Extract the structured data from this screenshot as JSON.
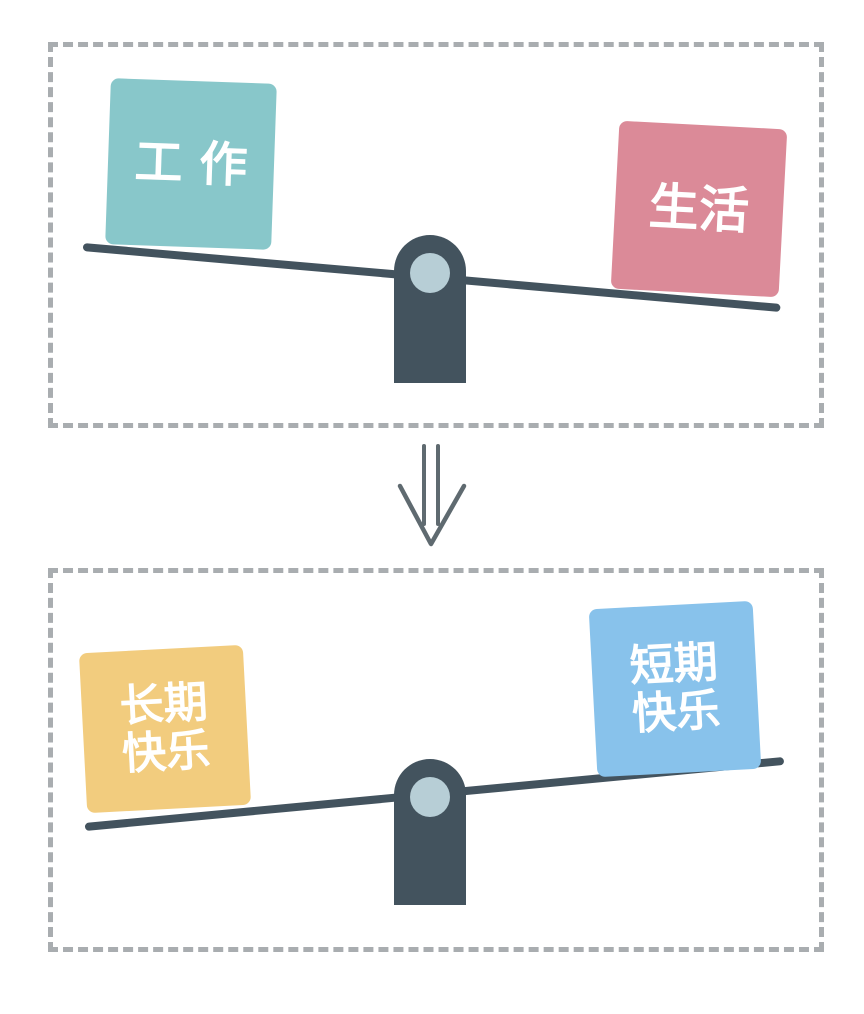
{
  "colors": {
    "beam": "#43535e",
    "pivot_cap": "#b7ced6",
    "border": "#a9adb0",
    "work": "#88c7ca",
    "life": "#db8a98",
    "long_term": "#f2cc7e",
    "short_term": "#88c2eb"
  },
  "top_scale": {
    "left_block": "工 作",
    "right_block": "生活"
  },
  "bottom_scale": {
    "left_block": "长期\n快乐",
    "right_block": "短期\n快乐"
  },
  "arrow_icon": "down-double-arrow-icon"
}
